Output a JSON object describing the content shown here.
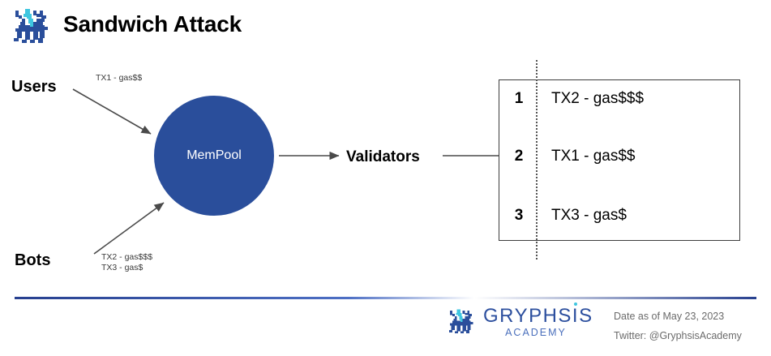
{
  "header": {
    "title": "Sandwich Attack",
    "logo_icon": "gryphsis-dragon-icon"
  },
  "diagram": {
    "actors": [
      {
        "id": "users",
        "label": "Users",
        "note": "TX1 - gas$$"
      },
      {
        "id": "bots",
        "label": "Bots",
        "note_line1": "TX2 - gas$$$",
        "note_line2": "TX3 - gas$"
      }
    ],
    "mempool": {
      "label": "MemPool",
      "color": "#2a4e9b"
    },
    "validators": {
      "label": "Validators"
    },
    "block": {
      "rows": [
        {
          "index": "1",
          "text": "TX2 - gas$$$"
        },
        {
          "index": "2",
          "text": "TX1 - gas$$"
        },
        {
          "index": "3",
          "text": "TX3 - gas$"
        }
      ]
    }
  },
  "footer": {
    "brand_part1": "GRYPHS",
    "brand_i": "I",
    "brand_part2": "S",
    "brand_sub": "ACADEMY",
    "date": "Date as of May 23, 2023",
    "twitter": "Twitter: @GryphsisAcademy",
    "logo_icon": "gryphsis-dragon-icon",
    "accent_color": "#2c4f9e"
  }
}
